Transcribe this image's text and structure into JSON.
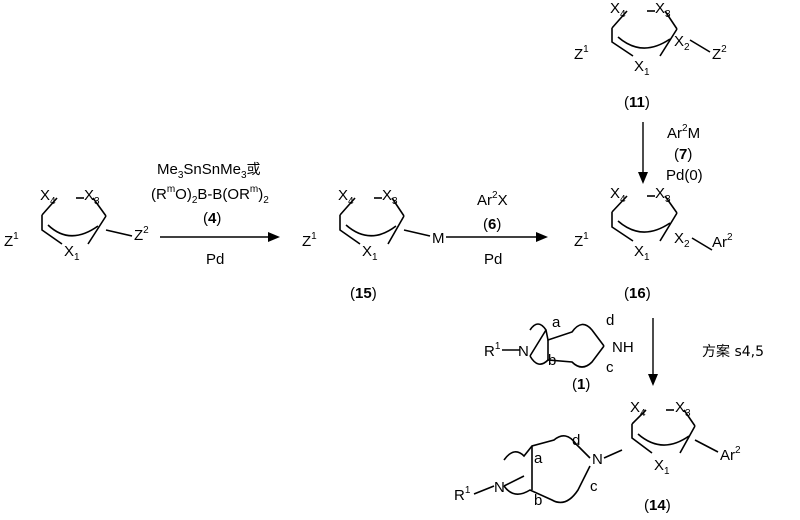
{
  "compounds": {
    "c11": "11",
    "c15": "15",
    "c16": "16",
    "c1": "1",
    "c14": "14"
  },
  "reagents": {
    "step1_line1": "Me",
    "step1_line1_rest": "SnSnMe",
    "step1_or": "或",
    "step1_line2a": "(R",
    "step1_line2_sup1": "m",
    "step1_line2b": "O)",
    "step1_line2c": "B-B(OR",
    "step1_line2_sup2": "m",
    "step1_line2d": ")",
    "step1_cpd": "4",
    "step1_cat": "Pd",
    "step2_reagent": "Ar",
    "step2_reagent_rest": "X",
    "step2_cpd": "6",
    "step2_cat": "Pd",
    "step3_reagent": "Ar",
    "step3_reagent_rest": "M",
    "step3_cpd": "7",
    "step3_cat": "Pd(0)",
    "step4_note": "方案 s4,5"
  },
  "atoms": {
    "X": "X",
    "Z": "Z",
    "M": "M",
    "Ar": "Ar",
    "N": "N",
    "NH": "NH",
    "R": "R",
    "a": "a",
    "b": "b",
    "c": "c",
    "d": "d",
    "n1": "1",
    "n2": "2",
    "n3": "3",
    "n4": "4"
  }
}
